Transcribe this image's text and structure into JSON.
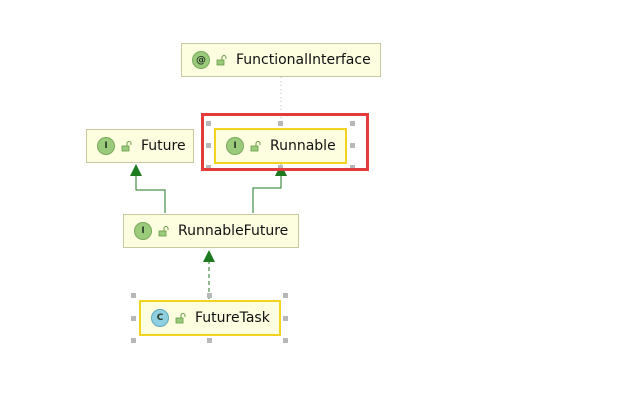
{
  "nodes": {
    "functional_interface": {
      "badge": "@",
      "label": "FunctionalInterface"
    },
    "future": {
      "badge": "I",
      "label": "Future"
    },
    "runnable": {
      "badge": "I",
      "label": "Runnable"
    },
    "runnable_future": {
      "badge": "I",
      "label": "RunnableFuture"
    },
    "future_task": {
      "badge": "C",
      "label": "FutureTask"
    }
  },
  "colors": {
    "inheritance_arrow": "#1e7a1e",
    "highlight_box": "#e23b3b",
    "selected_border": "#f2d41e",
    "node_fill": "#fdfde0"
  }
}
